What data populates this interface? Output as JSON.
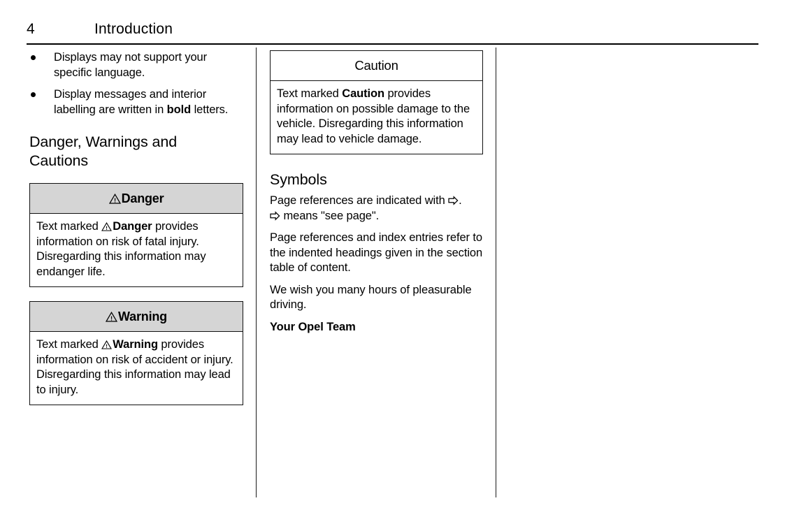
{
  "page": {
    "number": "4",
    "title": "Introduction",
    "colors": {
      "header_shade": "#d5d5d5",
      "rule": "#000000",
      "text": "#000000",
      "background": "#ffffff"
    }
  },
  "left_column": {
    "bullets": [
      {
        "text": "Displays may not support your specific language."
      },
      {
        "prefix": "Display messages and interior labelling are written in ",
        "bold": "bold",
        "suffix": " letters."
      }
    ],
    "heading": "Danger, Warnings and Cautions",
    "boxes": [
      {
        "id": "danger",
        "icon": "warning-triangle-icon",
        "header_label": "Danger",
        "header_style": "shaded",
        "body_prefix": "Text marked ",
        "body_bold": "Danger",
        "body_suffix": " provides information on risk of fatal injury. Disregarding this information may endanger life."
      },
      {
        "id": "warning",
        "icon": "warning-triangle-icon",
        "header_label": "Warning",
        "header_style": "shaded",
        "body_prefix": "Text marked ",
        "body_bold": "Warning",
        "body_suffix": " provides information on risk of accident or injury. Disregarding this information may lead to injury."
      }
    ]
  },
  "middle_column": {
    "box": {
      "id": "caution",
      "header_label": "Caution",
      "header_style": "plain",
      "body_prefix": "Text marked ",
      "body_bold": "Caution",
      "body_suffix": " provides information on possible damage to the vehicle. Disregarding this information may lead to vehicle damage."
    },
    "symbols": {
      "heading": "Symbols",
      "paragraphs": [
        {
          "id": "page-reference",
          "part1": "Page references are indicated with ",
          "arrow": "page-reference-arrow-icon",
          "part2": ".",
          "part3": " means \"see page\"."
        },
        {
          "id": "index-entries",
          "text": "Page references and index entries refer to the indented headings given in the section table of content."
        },
        {
          "id": "closing-wish",
          "text": "We wish you many hours of pleasurable driving."
        },
        {
          "id": "signature",
          "text": "Your Opel Team",
          "bold": true
        }
      ]
    }
  }
}
